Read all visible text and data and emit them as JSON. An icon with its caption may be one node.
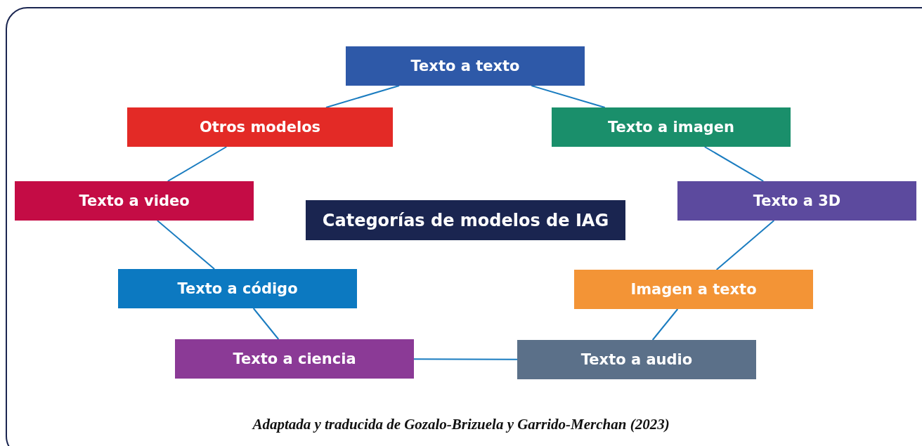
{
  "diagram": {
    "caption": "Adaptada y traducida de Gozalo-Brizuela y Garrido-Merchan (2023)",
    "nodes": [
      {
        "text": [
          "Texto a texto"
        ]
      },
      {
        "text": [
          "Otros modelos"
        ]
      },
      {
        "text": [
          "Texto a imagen"
        ]
      },
      {
        "text": [
          "Texto a video"
        ]
      },
      {
        "text": [
          "Categorías de modelos de IAG"
        ]
      },
      {
        "text": [
          "Texto a 3D"
        ]
      },
      {
        "text": [
          "Texto a código"
        ]
      },
      {
        "text": [
          "Imagen a texto"
        ]
      },
      {
        "text": [
          "Texto a ciencia"
        ]
      },
      {
        "text": [
          "Texto a audio"
        ]
      }
    ],
    "edges": [
      {
        "from": 0,
        "to": 2,
        "arrow": "none"
      },
      {
        "from": 2,
        "to": 5,
        "arrow": "none"
      },
      {
        "from": 5,
        "to": 7,
        "arrow": "none"
      },
      {
        "from": 7,
        "to": 9,
        "arrow": "none"
      },
      {
        "from": 9,
        "to": 8,
        "arrow": "none"
      },
      {
        "from": 8,
        "to": 6,
        "arrow": "none"
      },
      {
        "from": 6,
        "to": 3,
        "arrow": "none"
      },
      {
        "from": 3,
        "to": 1,
        "arrow": "none"
      },
      {
        "from": 1,
        "to": 0,
        "arrow": "none"
      }
    ]
  }
}
